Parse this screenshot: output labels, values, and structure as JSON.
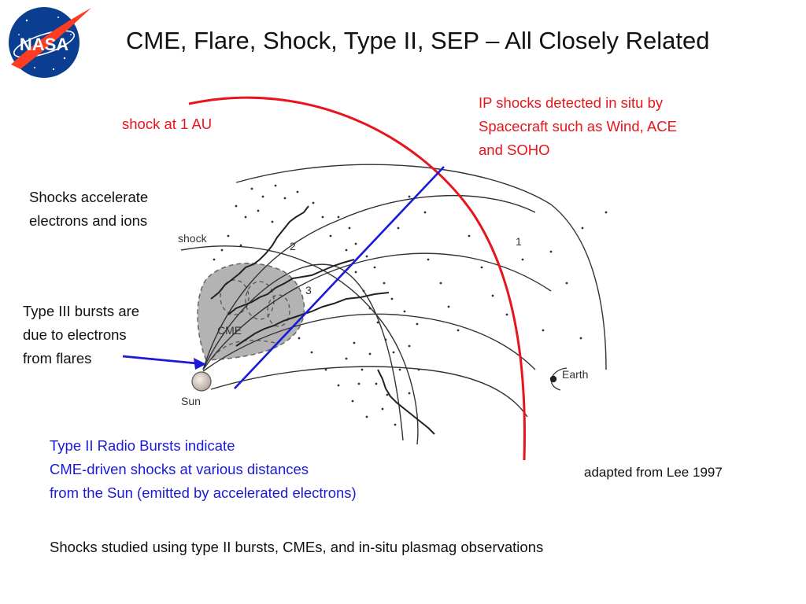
{
  "title": "CME, Flare, Shock, Type II, SEP – All Closely Related",
  "logo": {
    "text": "NASA",
    "icon": "nasa-meatball-logo"
  },
  "annotations": {
    "shock_1au": "shock at 1 AU",
    "ip_shocks": [
      "IP shocks  detected in situ by",
      "Spacecraft such as Wind, ACE",
      "and SOHO"
    ],
    "shocks_accelerate": [
      "Shocks accelerate",
      "electrons and ions"
    ],
    "type_iii": [
      "Type III bursts are",
      "due to electrons",
      "from flares"
    ],
    "type_ii": [
      "Type II Radio Bursts indicate",
      "CME-driven shocks at various distances",
      "from the Sun (emitted by accelerated electrons)"
    ],
    "credit": "adapted from Lee 1997",
    "footer": "Shocks studied using type II bursts, CMEs, and in-situ plasmag observations"
  },
  "diagram_labels": {
    "shock": "shock",
    "cme": "CME",
    "sun": "Sun",
    "earth": "Earth",
    "n1": "1",
    "n2": "2",
    "n3": "3"
  },
  "colors": {
    "red": "#e8141b",
    "blue": "#1a1ad8",
    "nasa_blue": "#0b3d91",
    "nasa_red": "#fc3d21"
  }
}
